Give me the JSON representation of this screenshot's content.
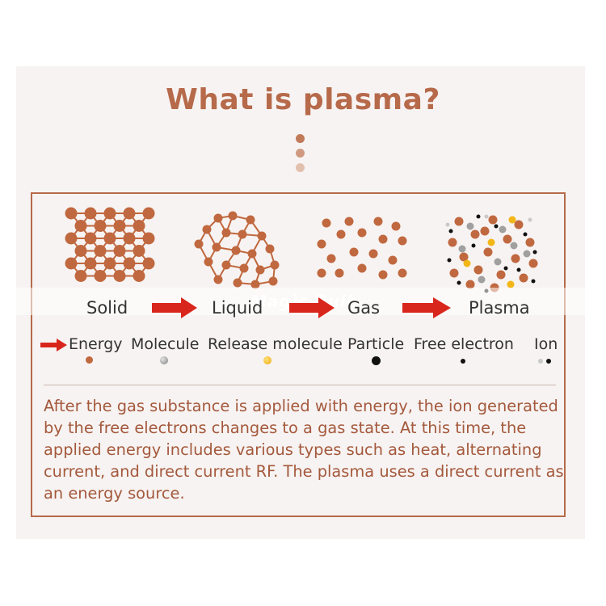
{
  "title": "What is plasma?",
  "watermark": "Magic Bulb",
  "states": [
    "Solid",
    "Liquid",
    "Gas",
    "Plasma"
  ],
  "legend": {
    "energy": "Energy",
    "molecule": "Molecule",
    "release_molecule": "Release molecule",
    "particle": "Particle",
    "free_electron": "Free electron",
    "ion": "Ion"
  },
  "description": "After the gas substance is applied with energy, the ion generated by the free electrons changes to a gas state. At this time, the applied energy includes various types such as heat, alternating current, and direct current RF. The plasma uses a direct current as an energy source.",
  "colors": {
    "accent": "#b66a4a",
    "molecule": "#c0683f",
    "arrow": "#d9261c",
    "release": "#f2b617",
    "gray": "#9a9a9a",
    "black": "#111111"
  }
}
